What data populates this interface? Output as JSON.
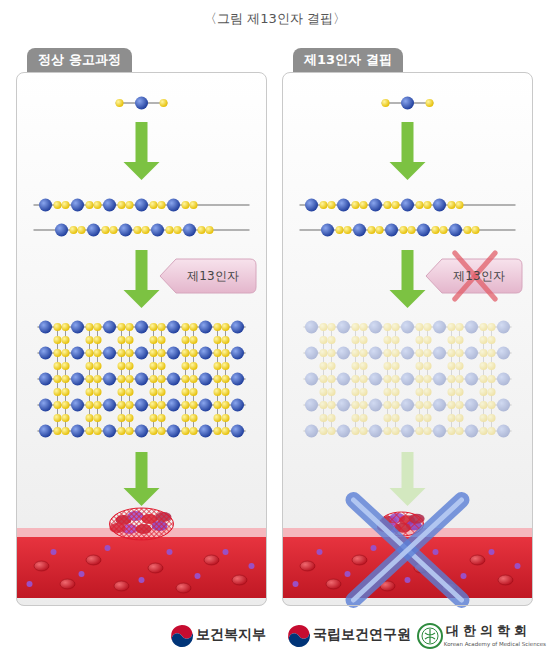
{
  "diagram": {
    "title": "〈그림 제13인자 결핍〉",
    "nodes": [
      {
        "text": [
          "정상 응고과정"
        ]
      },
      {
        "text": [
          "제13인자"
        ],
        "in": 0
      },
      {
        "text": [
          "제13인자 결핍"
        ]
      },
      {
        "text": [
          "제13인자"
        ],
        "in": 2
      }
    ],
    "labels": [
      "보건복지부",
      "국립보건연구원",
      "대한의학회",
      "Korean Academy of Medical Sciences"
    ]
  }
}
